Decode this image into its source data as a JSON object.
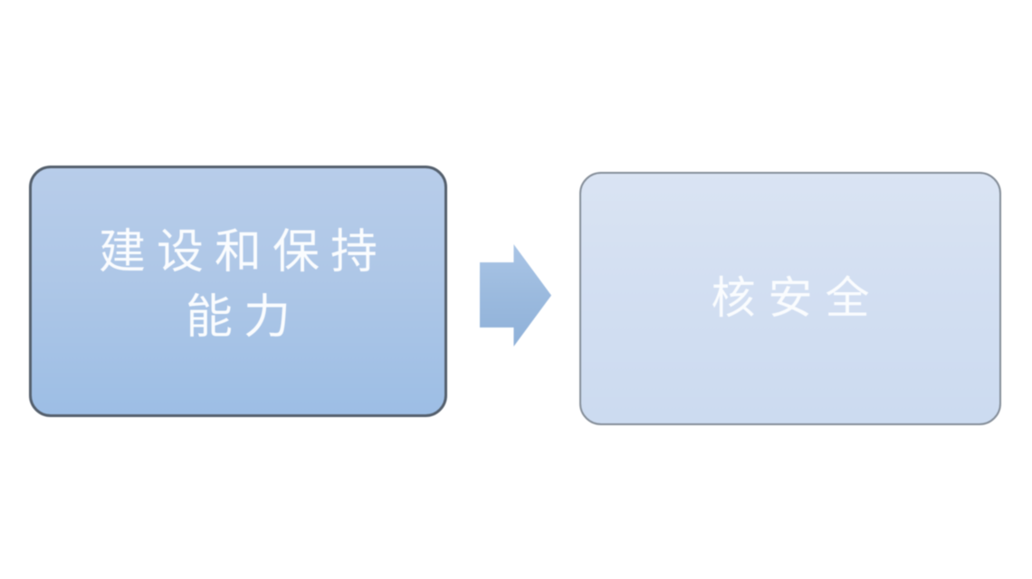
{
  "background_color": "#ffffff",
  "diagram": {
    "left_box": {
      "label_lines": [
        "建设和保持",
        "能力"
      ],
      "full_label": "建设和保持能力",
      "fill_top": "#b8cdea",
      "fill_bottom": "#9dbee5",
      "border_color": "#55606d",
      "text_color": "#fafcfe"
    },
    "arrow": {
      "direction": "right",
      "fill_top": "#aac5e6",
      "fill_bottom": "#8fb1d9"
    },
    "right_box": {
      "label": "核安全",
      "fill_top": "#dae4f3",
      "fill_bottom": "#ccdbf0",
      "border_color": "#858e99",
      "text_color": "#fafcfe"
    }
  }
}
